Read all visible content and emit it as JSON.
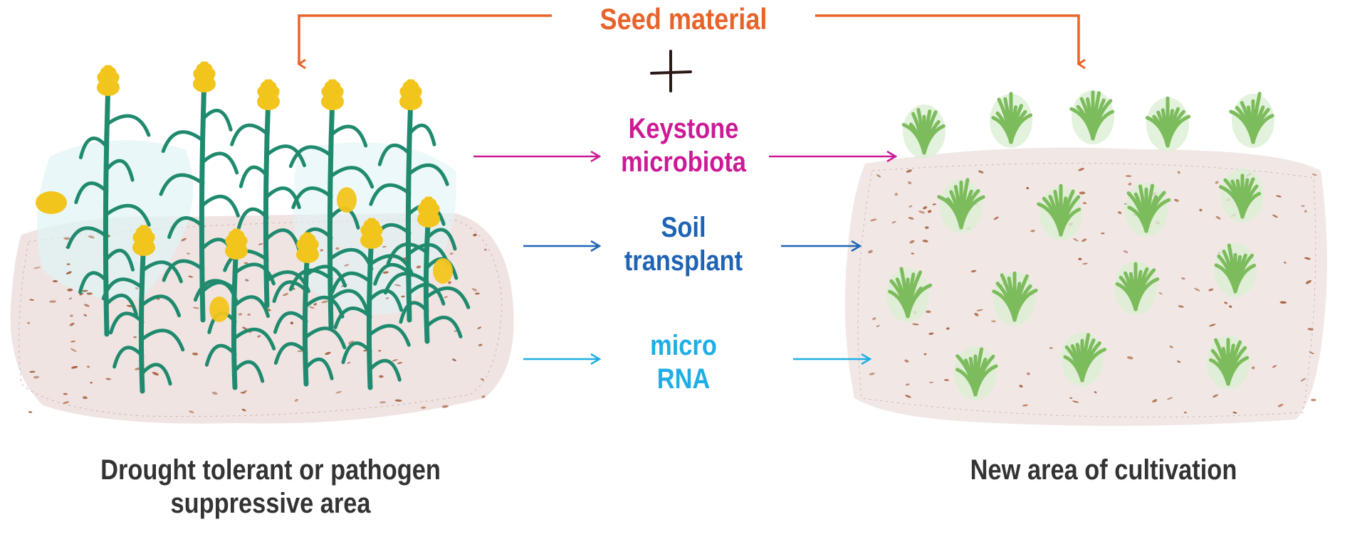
{
  "top": {
    "seed_label": "Seed material"
  },
  "middle": {
    "keystone_line1": "Keystone",
    "keystone_line2": "microbiota",
    "soil_line1": "Soil",
    "soil_line2": "transplant",
    "mirna_line1": "micro",
    "mirna_line2": "RNA"
  },
  "captions": {
    "left_line1": "Drought tolerant or pathogen",
    "left_line2": "suppressive area",
    "right": "New area of cultivation"
  },
  "colors": {
    "seed": "#e8632a",
    "keystone": "#cc1a96",
    "soil": "#1f64b4",
    "mirna": "#1eaee6",
    "caption": "#333333",
    "corn_stalk": "#1f8a6e",
    "corn_tassel": "#f2c51c",
    "seedling": "#7cbc5c",
    "soil_texture": "#b89a9a",
    "soil_specks": "#a0522d"
  },
  "icons": {
    "plus": "plus-icon",
    "corn": "corn-plant-icon",
    "seedling": "seedling-icon"
  }
}
